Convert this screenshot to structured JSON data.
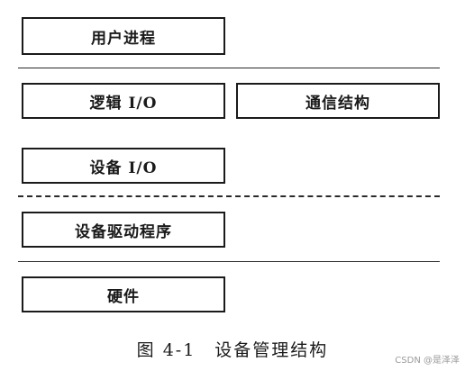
{
  "layers": {
    "user_process": "用户进程",
    "logical_io": "逻辑 I/O",
    "comm_structure": "通信结构",
    "device_io": "设备 I/O",
    "device_driver": "设备驱动程序",
    "hardware": "硬件"
  },
  "caption": "图 4-1　设备管理结构",
  "watermark": "CSDN @是泽泽"
}
